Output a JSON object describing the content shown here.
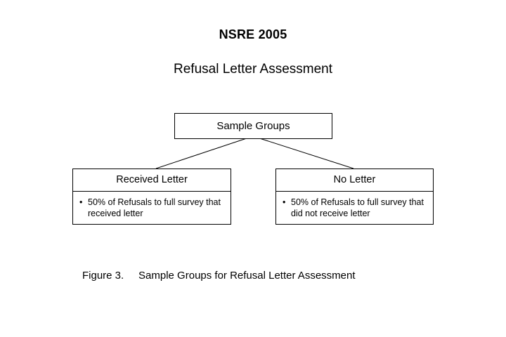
{
  "document": {
    "title": "NSRE 2005",
    "subtitle": "Refusal Letter Assessment"
  },
  "diagram": {
    "root": {
      "label": "Sample Groups"
    },
    "children": [
      {
        "header": "Received Letter",
        "bullet_mark": "•",
        "bullet_text": "50% of Refusals to full survey that received letter"
      },
      {
        "header": "No Letter",
        "bullet_mark": "•",
        "bullet_text": "50% of Refusals to full survey that did not receive letter"
      }
    ],
    "line_color": "#000000",
    "border_color": "#000000",
    "background_color": "#ffffff"
  },
  "caption": {
    "number": "Figure 3.",
    "text": "Sample Groups for Refusal Letter Assessment",
    "full": "Figure 3.     Sample Groups for Refusal Letter Assessment"
  }
}
